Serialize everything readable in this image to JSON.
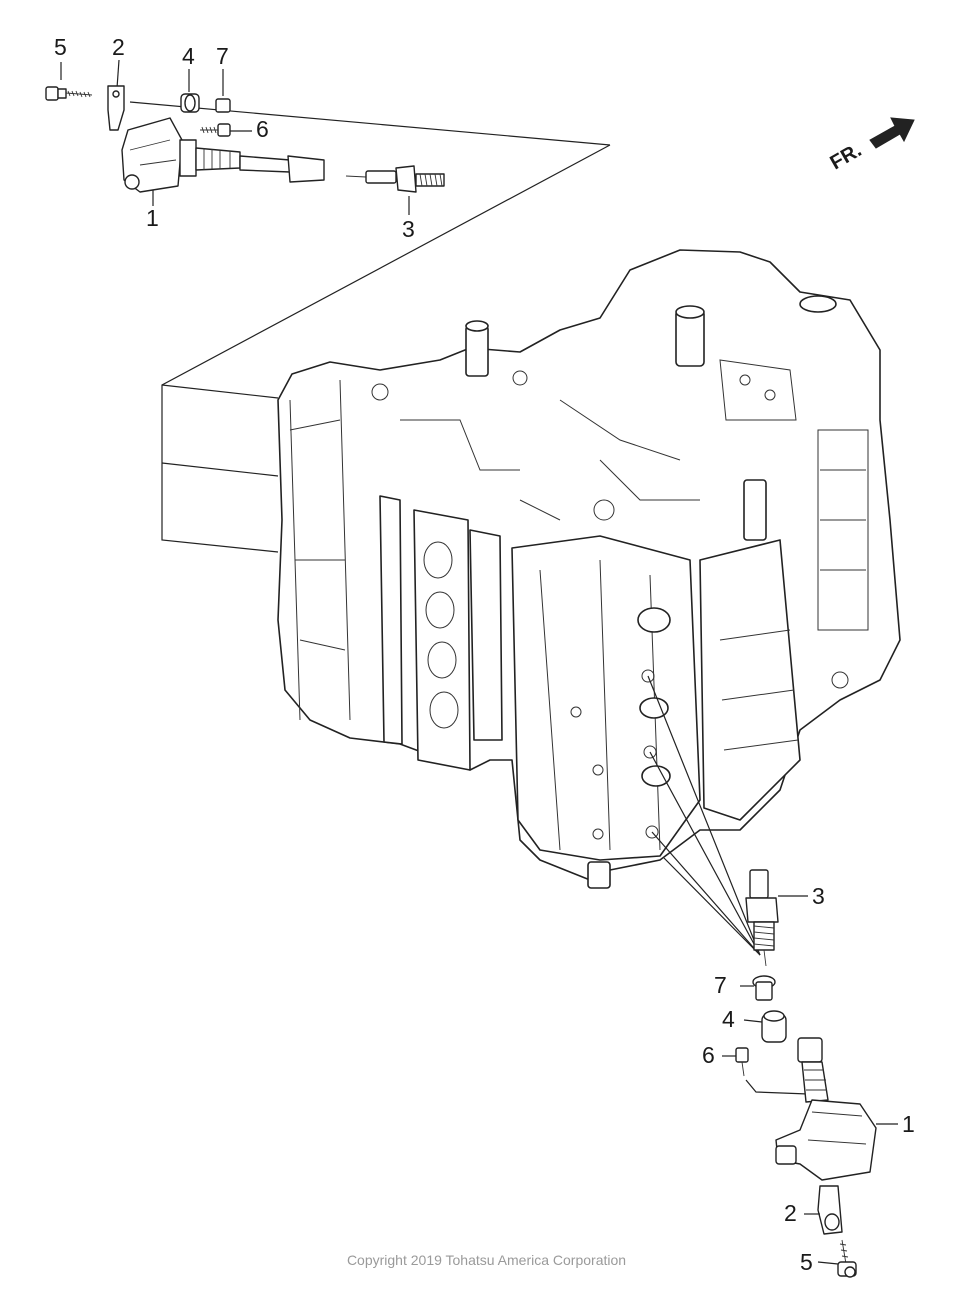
{
  "diagram": {
    "callouts_top": [
      "5",
      "2",
      "4",
      "7",
      "6",
      "1",
      "3"
    ],
    "callouts_bottom": [
      "3",
      "7",
      "4",
      "6",
      "1",
      "2",
      "5"
    ],
    "direction_label": "FR.",
    "copyright": "Copyright 2019 Tohatsu America Corporation"
  }
}
